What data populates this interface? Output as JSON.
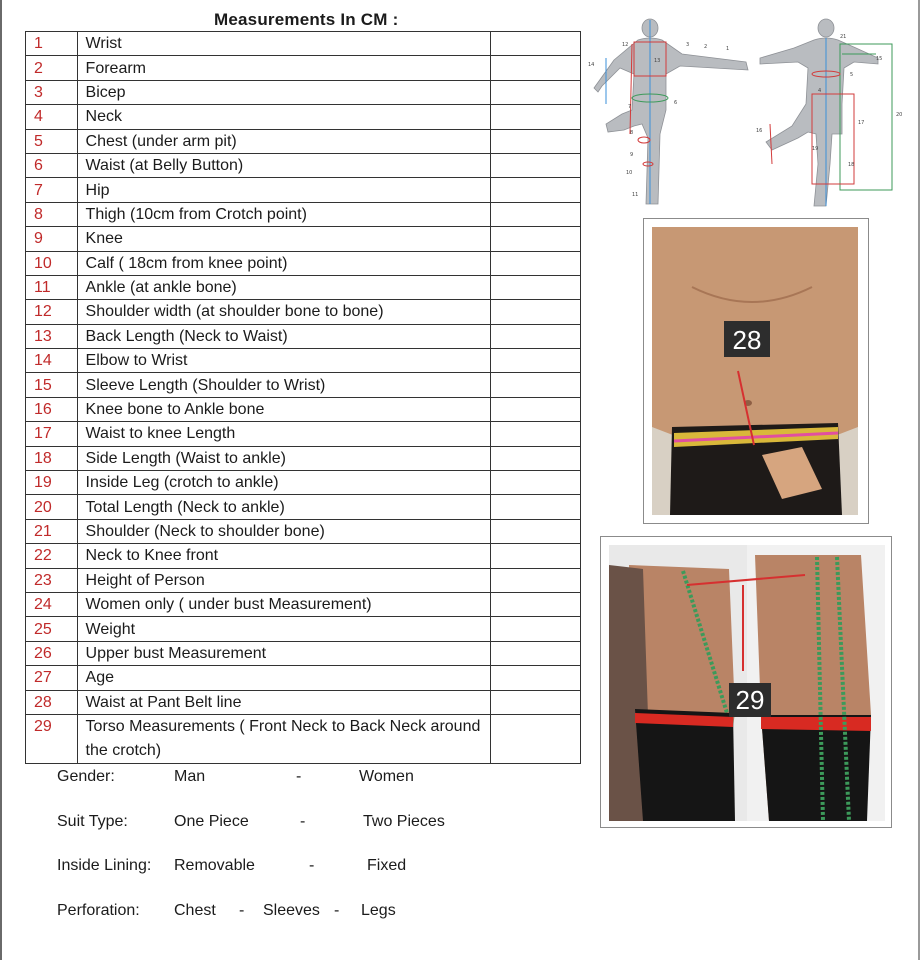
{
  "title": "Measurements In CM :",
  "rows": [
    {
      "num": "1",
      "label": "Wrist"
    },
    {
      "num": "2",
      "label": "Forearm"
    },
    {
      "num": "3",
      "label": "Bicep"
    },
    {
      "num": "4",
      "label": "Neck"
    },
    {
      "num": "5",
      "label": "Chest (under arm pit)"
    },
    {
      "num": "6",
      "label": "Waist (at Belly Button)"
    },
    {
      "num": "7",
      "label": "Hip"
    },
    {
      "num": "8",
      "label": "Thigh (10cm from Crotch point)"
    },
    {
      "num": "9",
      "label": "Knee"
    },
    {
      "num": "10",
      "label": "Calf ( 18cm from knee point)"
    },
    {
      "num": "11",
      "label": "Ankle (at ankle bone)"
    },
    {
      "num": "12",
      "label": "Shoulder width (at shoulder bone to bone)"
    },
    {
      "num": "13",
      "label": "Back Length (Neck to Waist)"
    },
    {
      "num": "14",
      "label": "Elbow to Wrist"
    },
    {
      "num": "15",
      "label": "Sleeve Length (Shoulder to Wrist)"
    },
    {
      "num": "16",
      "label": "Knee bone to Ankle bone"
    },
    {
      "num": "17",
      "label": "Waist to knee Length"
    },
    {
      "num": "18",
      "label": "Side Length (Waist to ankle)"
    },
    {
      "num": "19",
      "label": "Inside Leg (crotch to ankle)"
    },
    {
      "num": "20",
      "label": "Total Length (Neck to ankle)"
    },
    {
      "num": "21",
      "label": "Shoulder (Neck to shoulder bone)"
    },
    {
      "num": "22",
      "label": "Neck to Knee front"
    },
    {
      "num": "23",
      "label": "Height of Person"
    },
    {
      "num": "24",
      "label": "Women only ( under bust Measurement)"
    },
    {
      "num": "25",
      "label": "Weight"
    },
    {
      "num": "26",
      "label": "Upper bust Measurement"
    },
    {
      "num": "27",
      "label": "Age"
    },
    {
      "num": "28",
      "label": "Waist at Pant Belt line"
    },
    {
      "num": "29",
      "label": "Torso Measurements ( Front Neck to Back Neck around the crotch)"
    }
  ],
  "options": {
    "gender": {
      "label": "Gender:",
      "opt1": "Man",
      "sep": "-",
      "opt2": "Women"
    },
    "suit_type": {
      "label": "Suit Type:",
      "opt1": "One Piece",
      "sep": "-",
      "opt2": "Two Pieces"
    },
    "lining": {
      "label": "Inside Lining:",
      "opt1": "Removable",
      "sep": "-",
      "opt2": "Fixed"
    },
    "perforation": {
      "label": "Perforation:",
      "opt1": "Chest",
      "sep1": "-",
      "opt2": "Sleeves",
      "sep2": "-",
      "opt3": "Legs"
    }
  },
  "figure": {
    "back_markers": [
      "12",
      "3",
      "2",
      "1",
      "14",
      "13",
      "7",
      "6",
      "8",
      "9",
      "10",
      "11"
    ],
    "front_markers": [
      "21",
      "15",
      "5",
      "4",
      "20",
      "17",
      "16",
      "19",
      "18"
    ]
  },
  "photos": {
    "waist_tag": "28",
    "torso_tag": "29"
  },
  "colors": {
    "number_red": "#c02a2a",
    "body_gray": "#b9bcc0",
    "guide_red": "#d23b3b",
    "guide_green": "#3c9a5a",
    "guide_blue": "#3a8fd8",
    "skin": "#c79874",
    "band_red": "#d82a22"
  }
}
